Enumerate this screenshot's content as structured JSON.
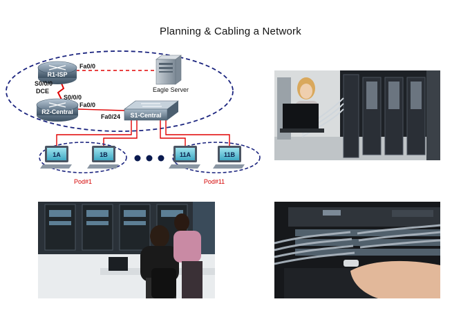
{
  "title": "Planning & Cabling a Network",
  "diagram": {
    "routers": [
      {
        "label": "R1-ISP"
      },
      {
        "label": "R2-Central"
      }
    ],
    "switch_label": "S1-Central",
    "server_label": "Eagle Server",
    "interfaces": {
      "r1_fa": "Fa0/0",
      "r1_serial": "S0/0/0",
      "r1_dce": "DCE",
      "r2_serial": "S0/0/0",
      "r2_fa": "Fa0/0",
      "switch_port": "Fa0/24"
    },
    "pcs": [
      {
        "label": "1A"
      },
      {
        "label": "1B"
      },
      {
        "label": "11A"
      },
      {
        "label": "11B"
      }
    ],
    "pods": [
      {
        "label": "Pod#1"
      },
      {
        "label": "Pod#11"
      }
    ]
  },
  "photos": [
    {
      "icon": "woman-laptop-server-room-photo"
    },
    {
      "icon": "technicians-at-workstation-photo"
    },
    {
      "icon": "patch-cables-switch-photo"
    }
  ],
  "colors": {
    "link_red": "#e00000",
    "pod_label": "#d40000",
    "ellipse": "#1a237e"
  }
}
